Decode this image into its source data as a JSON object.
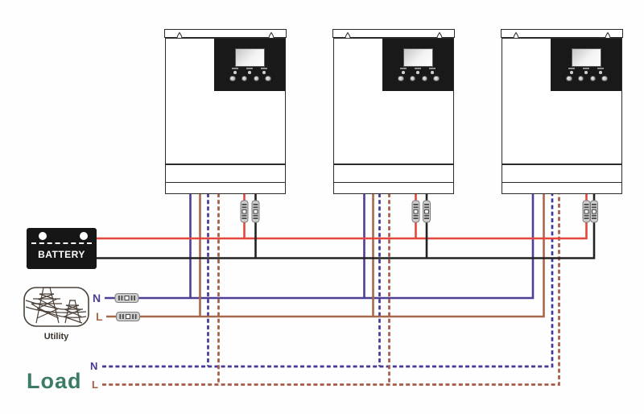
{
  "battery": {
    "label": "BATTERY"
  },
  "utility": {
    "label": "Utility",
    "neutral_label": "N",
    "line_label": "L"
  },
  "load": {
    "label": "Load",
    "neutral_label": "N",
    "line_label": "L"
  },
  "inverters": {
    "count": 3
  },
  "colors": {
    "battery_positive": "#e2463d",
    "battery_negative": "#232323",
    "utility_neutral": "#4f3e95",
    "utility_line": "#a8684e",
    "load_neutral": "#44399a",
    "load_line": "#a85a45",
    "load_label": "#3c7b68"
  }
}
